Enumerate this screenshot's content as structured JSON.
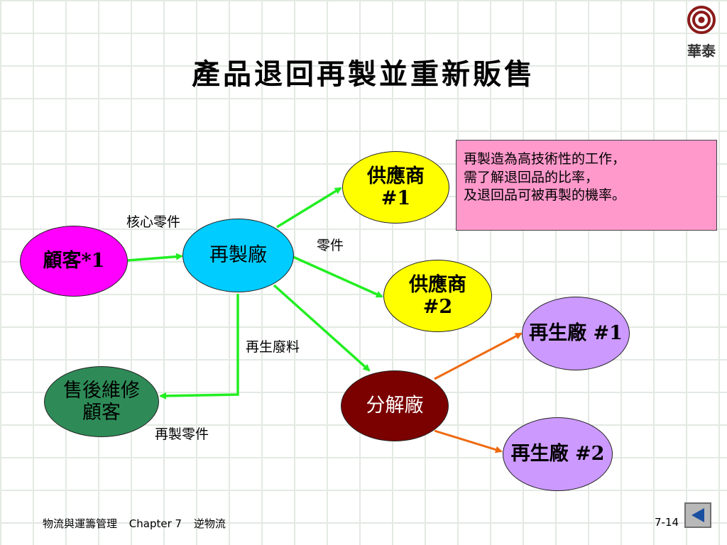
{
  "logo": {
    "text": "華泰"
  },
  "title": "產品退回再製並重新販售",
  "nodes": {
    "customer": {
      "label": "顧客*1",
      "color": "#ff00ff"
    },
    "remanufacturer": {
      "label": "再製廠",
      "color": "#00ccff"
    },
    "supplier1": {
      "line1": "供應商",
      "line2": "#1",
      "color": "#ffff00"
    },
    "supplier2": {
      "line1": "供應商",
      "line2": "#2",
      "color": "#ffff00"
    },
    "aftersales": {
      "line1": "售後維修",
      "line2": "顧客",
      "color": "#2e8b57"
    },
    "dismantler": {
      "label": "分解廠",
      "color": "#7b0000"
    },
    "recycler1": {
      "label": "再生廠 #1",
      "color": "#cc99ff"
    },
    "recycler2": {
      "label": "再生廠 #2",
      "color": "#cc99ff"
    }
  },
  "edge_labels": {
    "core_parts": "核心零件",
    "parts": "零件",
    "recycled_waste": "再生廢料",
    "remanufactured_parts": "再製零件"
  },
  "note": {
    "line1": "再製造為高技術性的工作，",
    "line2": "需了解退回品的比率，",
    "line3": "及退回品可被再製的機率。",
    "color": "#ff99cc"
  },
  "footer": {
    "course": "物流與運籌管理",
    "chapter": "Chapter 7",
    "topic": "逆物流",
    "page": "7-14"
  },
  "colors": {
    "green_arrow": "#22ee22",
    "orange_arrow": "#ee6a10"
  }
}
